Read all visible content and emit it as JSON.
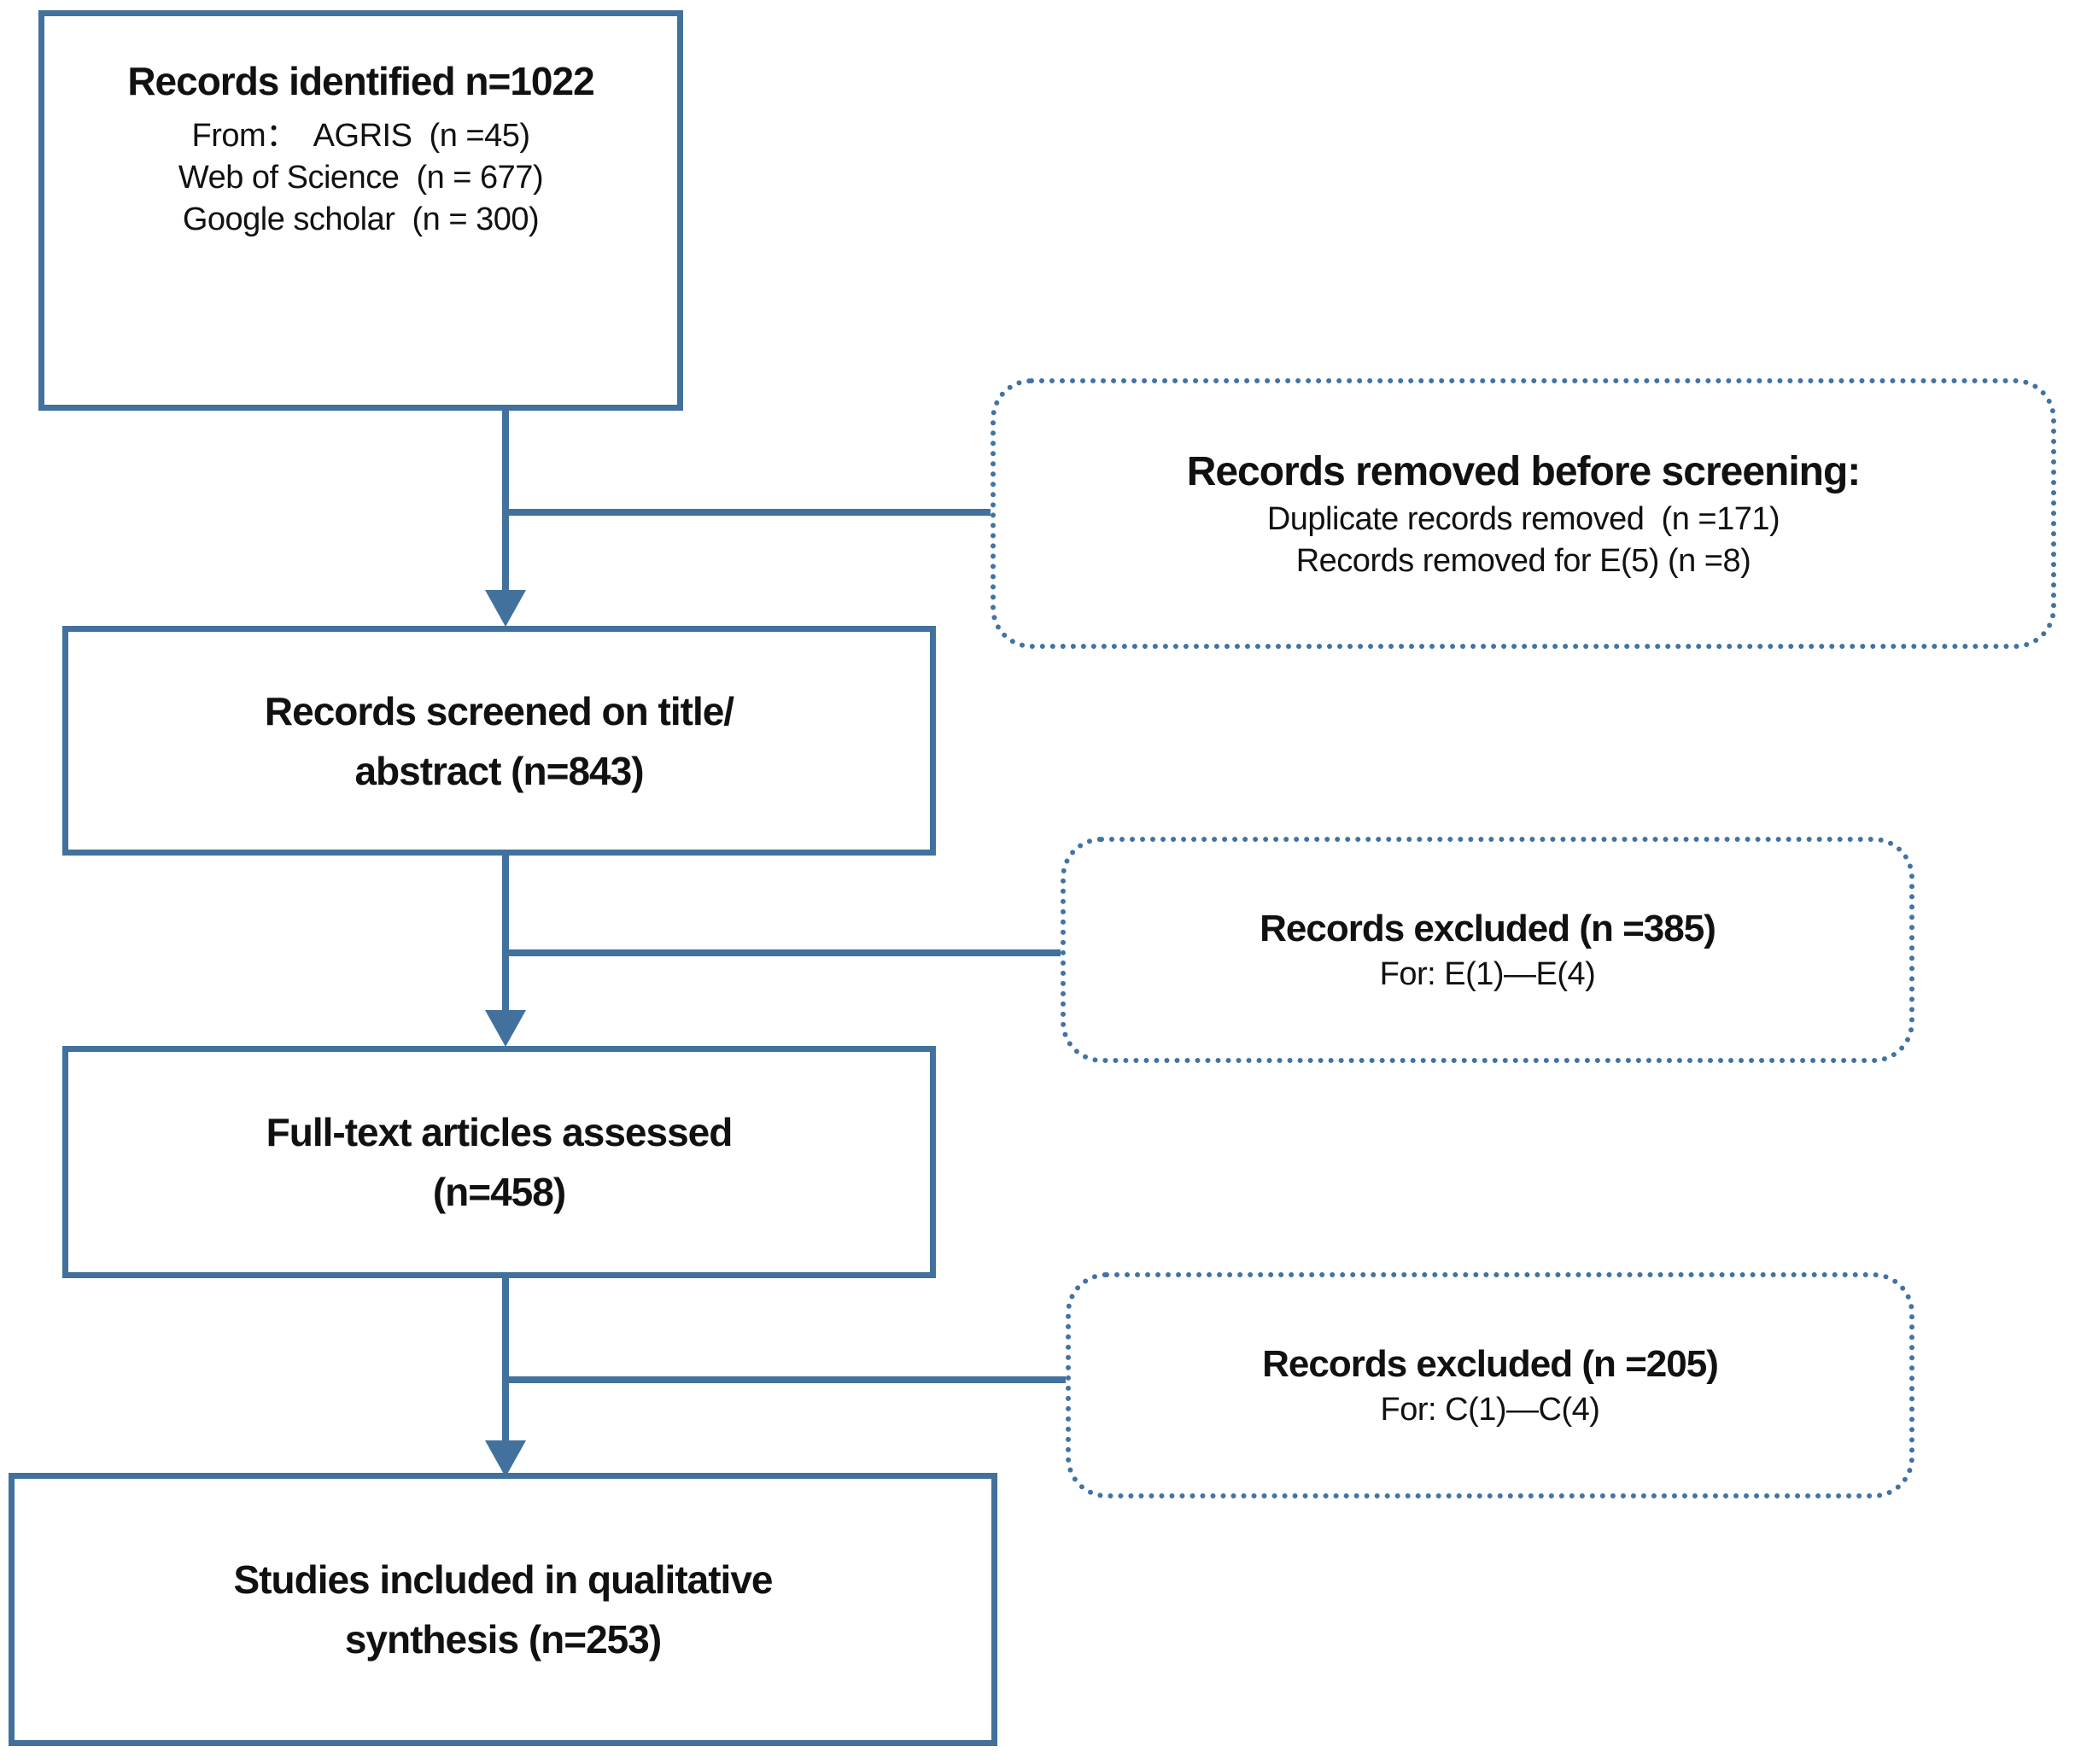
{
  "accent_color": "#41719C",
  "text_color": "#111111",
  "flow": {
    "identified": {
      "title": "Records identified n=1022",
      "line1": "From：  AGRIS  (n =45)",
      "line2": "Web of Science  (n = 677)",
      "line3": "Google scholar  (n = 300)"
    },
    "removed_before_screening": {
      "title": "Records removed before screening:",
      "line1": "Duplicate records removed  (n =171)",
      "line2": "Records removed for E(5) (n =8)"
    },
    "screened": {
      "line1": "Records screened on title/",
      "line2": "abstract (n=843)"
    },
    "excluded_screening": {
      "title": "Records excluded (n =385)",
      "line1": "For: E(1)—E(4)"
    },
    "fulltext": {
      "line1": "Full-text articles assessed",
      "line2": "(n=458)"
    },
    "excluded_fulltext": {
      "title": "Records excluded (n =205)",
      "line1": "For: C(1)—C(4)"
    },
    "included": {
      "line1": "Studies included in qualitative",
      "line2": "synthesis (n=253)"
    }
  }
}
